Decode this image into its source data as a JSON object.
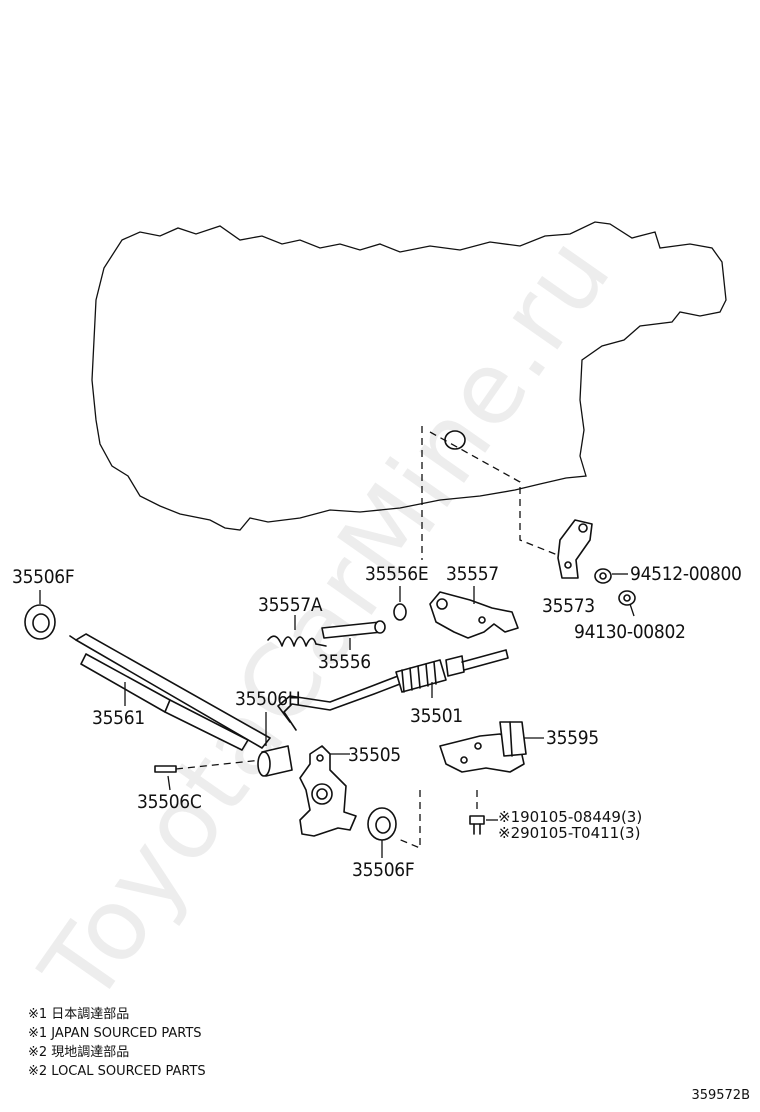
{
  "watermark": "ToyotaCarMine.ru",
  "labels": {
    "p35506F_top": "35506F",
    "p35561": "35561",
    "p35506C": "35506C",
    "p35557A": "35557A",
    "p35556": "35556",
    "p35506H": "35506H",
    "p35556E": "35556E",
    "p35557": "35557",
    "p35573": "35573",
    "p94512": "94512-00800",
    "p94130": "94130-00802",
    "p35501": "35501",
    "p35505": "35505",
    "p35506F_bottom": "35506F",
    "p35595": "35595",
    "p90105_1": "※190105-08449(3)",
    "p90105_2": "※290105-T0411(3)"
  },
  "notes": [
    "※1 日本調達部品",
    "※1 JAPAN SOURCED PARTS",
    "※2 現地調達部品",
    "※2 LOCAL SOURCED PARTS"
  ],
  "diagram_code": "359572B"
}
